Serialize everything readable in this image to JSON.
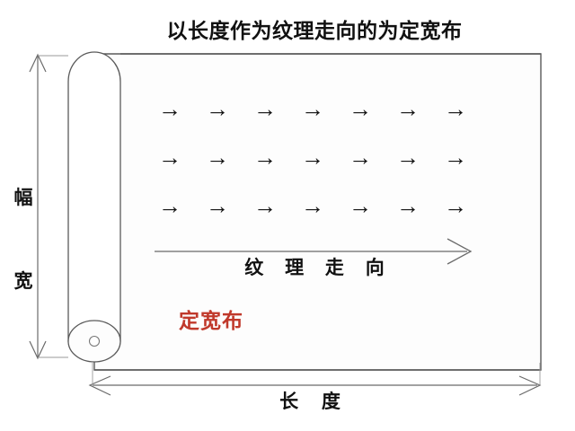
{
  "diagram": {
    "title": "以长度作为纹理走向的为定宽布",
    "width_label": {
      "chars": [
        "幅",
        "宽"
      ]
    },
    "grain_label": "纹 理 走 向",
    "fabric_type_label": "定宽布",
    "length_label": "长 度",
    "grain_arrow_glyph": "→",
    "grain_rows": [
      {
        "glyphs": [
          "→",
          "→",
          "→",
          "→",
          "→",
          "→",
          "→"
        ]
      },
      {
        "glyphs": [
          "→",
          "→",
          "→",
          "→",
          "→",
          "→",
          "→"
        ]
      },
      {
        "glyphs": [
          "→",
          "→",
          "→",
          "→",
          "→",
          "→",
          "→"
        ]
      }
    ],
    "colors": {
      "stroke": "#555555",
      "text": "#111111",
      "fabric_type_accent": "#C0392B",
      "fabric_fill": "#FDFDFD",
      "background": "#FFFFFF"
    }
  }
}
